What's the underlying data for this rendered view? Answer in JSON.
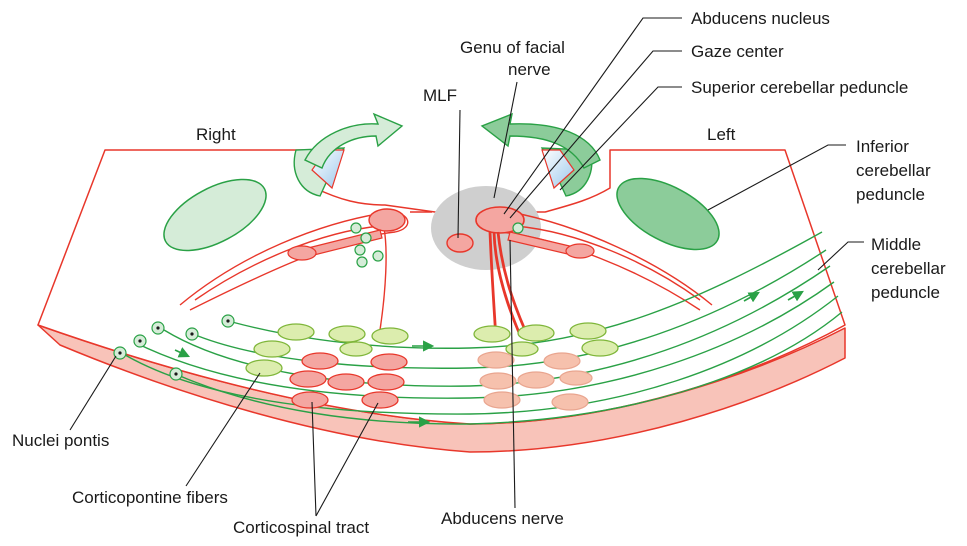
{
  "labels": {
    "right": "Right",
    "left": "Left",
    "mlf": "MLF",
    "genu_line1": "Genu of facial",
    "genu_line2": "nerve",
    "abducens_nucleus": "Abducens nucleus",
    "gaze_center": "Gaze center",
    "superior_cerebellar_peduncle": "Superior cerebellar peduncle",
    "inferior_line1": "Inferior",
    "inferior_line2": "cerebellar",
    "inferior_line3": "peduncle",
    "middle_line1": "Middle",
    "middle_line2": "cerebellar",
    "middle_line3": "peduncle",
    "nuclei_pontis": "Nuclei pontis",
    "corticopontine_fibers": "Corticopontine fibers",
    "corticospinal_tract": "Corticospinal tract",
    "abducens_nerve": "Abducens nerve"
  },
  "colors": {
    "outline": "#e8372b",
    "tissue_fill": "#ffffff",
    "base_band": "#f8c3b9",
    "green_stroke": "#2aa146",
    "light_green": "#d5ecd8",
    "mid_green": "#8ccc9a",
    "pale_green": "#dcedae",
    "salmon": "#f6c1ad",
    "pink": "#f4a6a1",
    "gray_zone": "#cfcfcf",
    "leader": "#1a1a1a"
  }
}
